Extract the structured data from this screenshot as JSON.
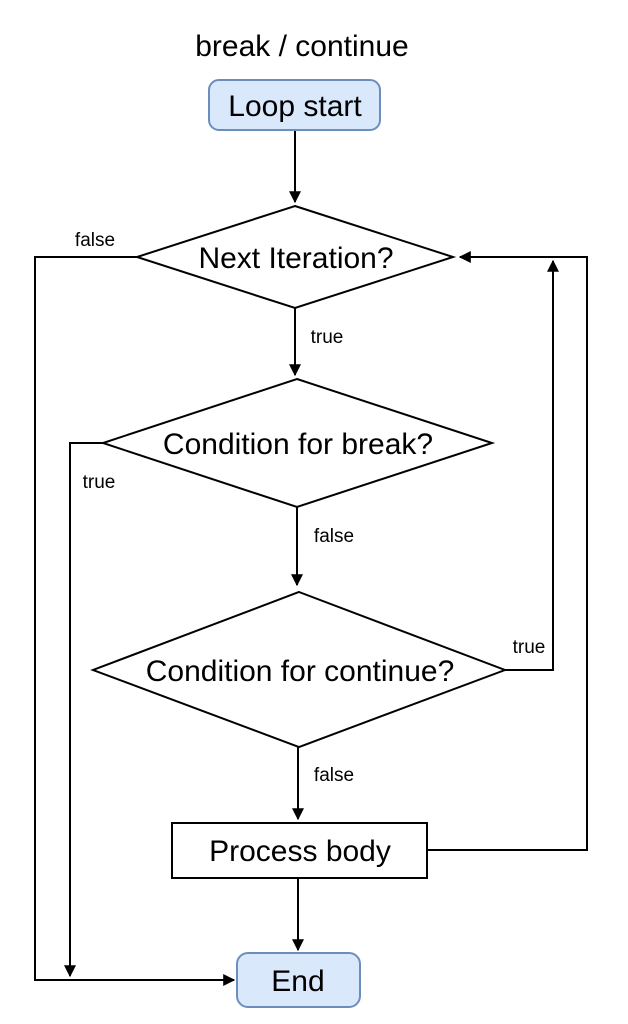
{
  "title": "break / continue",
  "colors": {
    "terminal_fill": "#dae8fc",
    "terminal_stroke": "#6c8ebf",
    "shape_fill": "#ffffff",
    "shape_stroke": "#000000",
    "edge_stroke": "#000000",
    "text": "#000000"
  },
  "nodes": {
    "loop_start": {
      "label": "Loop start"
    },
    "next_iteration": {
      "label": "Next Iteration?"
    },
    "condition_break": {
      "label": "Condition for break?"
    },
    "condition_continue": {
      "label": "Condition for continue?"
    },
    "process_body": {
      "label": "Process body"
    },
    "end": {
      "label": "End"
    }
  },
  "edge_labels": {
    "next_iteration_false": "false",
    "next_iteration_true": "true",
    "condition_break_true": "true",
    "condition_break_false": "false",
    "condition_continue_true": "true",
    "condition_continue_false": "false"
  }
}
